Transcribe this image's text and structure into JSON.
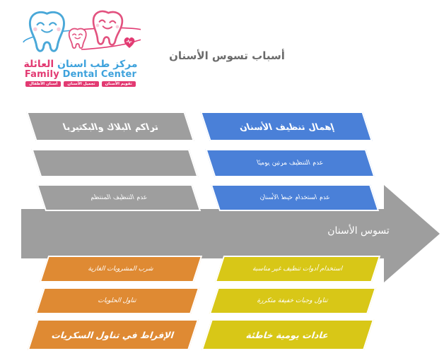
{
  "logo": {
    "name_ar": {
      "main": "مركز طب اسنان",
      "accent": "العائلة"
    },
    "name_en": {
      "accent": "Family",
      "main": "Dental Center"
    },
    "badges": {
      "b1": "تقويم الأسنان",
      "b2": "تجميل الأسنان",
      "b3": "أسنان الأطفال"
    },
    "colors": {
      "blue": "#3EA2DC",
      "pink": "#E23A72"
    }
  },
  "title": "أسباب تسوس الأسنان",
  "diagram": {
    "arrow_label": "تسوس الأسنان",
    "colors": {
      "gray": "#9E9E9E",
      "blue": "#4A80D8",
      "orange": "#DF8A33",
      "yellow": "#D8C717"
    },
    "top_left": {
      "theme": "gray",
      "row1": "تراكم البلاك والبكتيريا",
      "row2": "",
      "row3": "عدم التنظيف المنتظم"
    },
    "top_right": {
      "theme": "blue",
      "row1": "إهمال تنظيف الأسنان",
      "row2": "عدم التنظيف مرتين يوميًا",
      "row3": "عدم استخدام خيط الأسنان"
    },
    "bottom_left": {
      "theme": "orange",
      "row1": "شرب المشروبات الغازية",
      "row2": "تناول الحلويات",
      "row3": "الإفراط في تناول السكريات"
    },
    "bottom_right": {
      "theme": "yellow",
      "row1": "استخدام أدوات تنظيف غير مناسبة",
      "row2": "تناول وجبات خفيفة متكررة",
      "row3": "عادات يومية خاطئة"
    }
  }
}
